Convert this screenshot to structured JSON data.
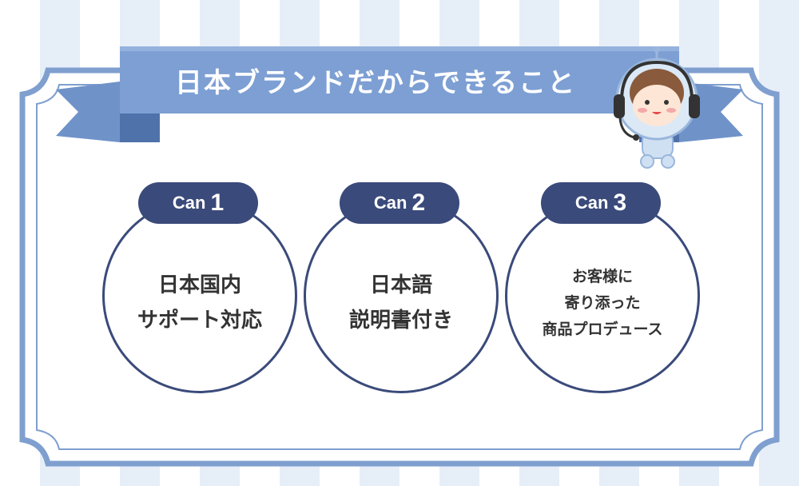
{
  "banner": {
    "title": "日本ブランドだからできること"
  },
  "colors": {
    "navy": "#3a4a7a",
    "frame_blue": "#7f9fcf",
    "ribbon_light": "#7d9fd3",
    "ribbon_dark": "#5f82bb",
    "stripe": "#e6eef8"
  },
  "mascot": {
    "icon": "support-operator-mascot-icon"
  },
  "cans": [
    {
      "label": "Can",
      "number": "1",
      "lines": [
        "日本国内",
        "サポート対応"
      ]
    },
    {
      "label": "Can",
      "number": "2",
      "lines": [
        "日本語",
        "説明書付き"
      ]
    },
    {
      "label": "Can",
      "number": "3",
      "lines": [
        "お客様に",
        "寄り添った",
        "商品プロデュース"
      ]
    }
  ]
}
